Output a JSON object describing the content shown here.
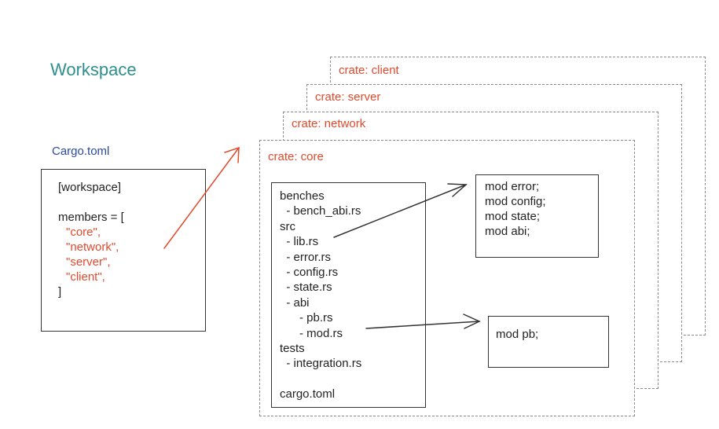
{
  "title": "Workspace",
  "cargo_label": "Cargo.toml",
  "workspace_toml": {
    "header": "[workspace]",
    "members_open": "members = [",
    "members": [
      "\"core\",",
      "\"network\",",
      "\"server\",",
      "\"client\","
    ],
    "members_close": "]"
  },
  "crates": {
    "client": "crate: client",
    "server": "crate: server",
    "network": "crate: network",
    "core": "crate: core"
  },
  "core_tree": {
    "lines": [
      "benches",
      "  - bench_abi.rs",
      "src",
      "  - lib.rs",
      "  - error.rs",
      "  - config.rs",
      "  - state.rs",
      "  - abi",
      "      - pb.rs",
      "      - mod.rs",
      "tests",
      "  - integration.rs",
      "",
      "cargo.toml"
    ]
  },
  "lib_mods": [
    "mod error;",
    "mod config;",
    "mod state;",
    "mod abi;"
  ],
  "abi_mods": [
    "mod pb;"
  ],
  "colors": {
    "title": "#2f8f8f",
    "cargo_label": "#2a4aa0",
    "accent_red": "#e14a2c",
    "dashed_border": "#8a8a8a"
  }
}
